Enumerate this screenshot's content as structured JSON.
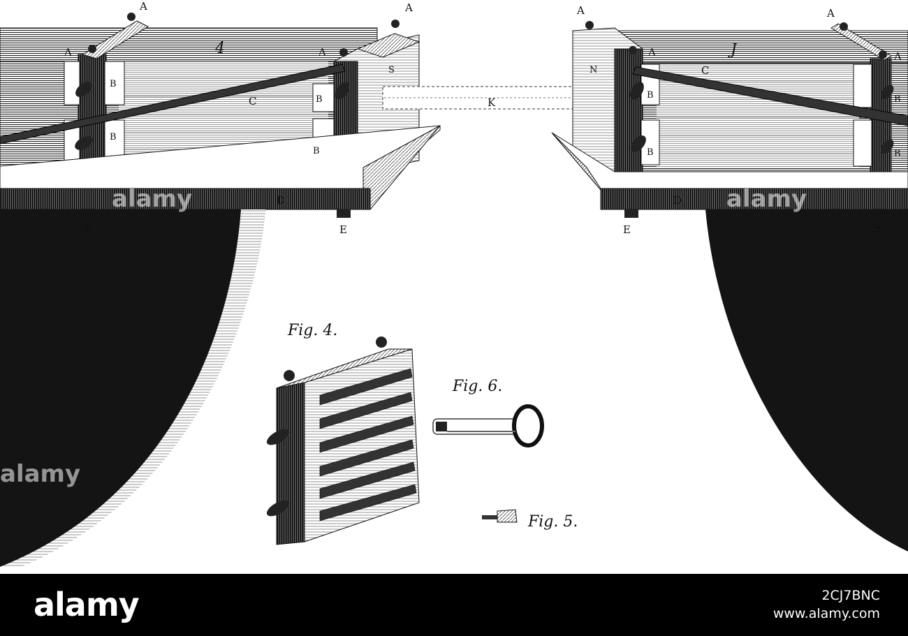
{
  "figure_labels": {
    "A": "A",
    "B": "B",
    "C": "C",
    "D": "D",
    "E": "E",
    "K": "K",
    "S": "S",
    "N": "N",
    "left_number": "4",
    "right_number": "J"
  },
  "captions": {
    "fig4": "Fig. 4.",
    "fig5": "Fig. 5.",
    "fig6": "Fig. 6."
  },
  "watermark": {
    "text": "alamy"
  },
  "footer": {
    "logo": "alamy",
    "image_id": "2CJ7BNC",
    "site": "www.alamy.com"
  },
  "colors": {
    "ink": "#111111",
    "paper": "#ffffff",
    "footer_bg": "#000000"
  }
}
